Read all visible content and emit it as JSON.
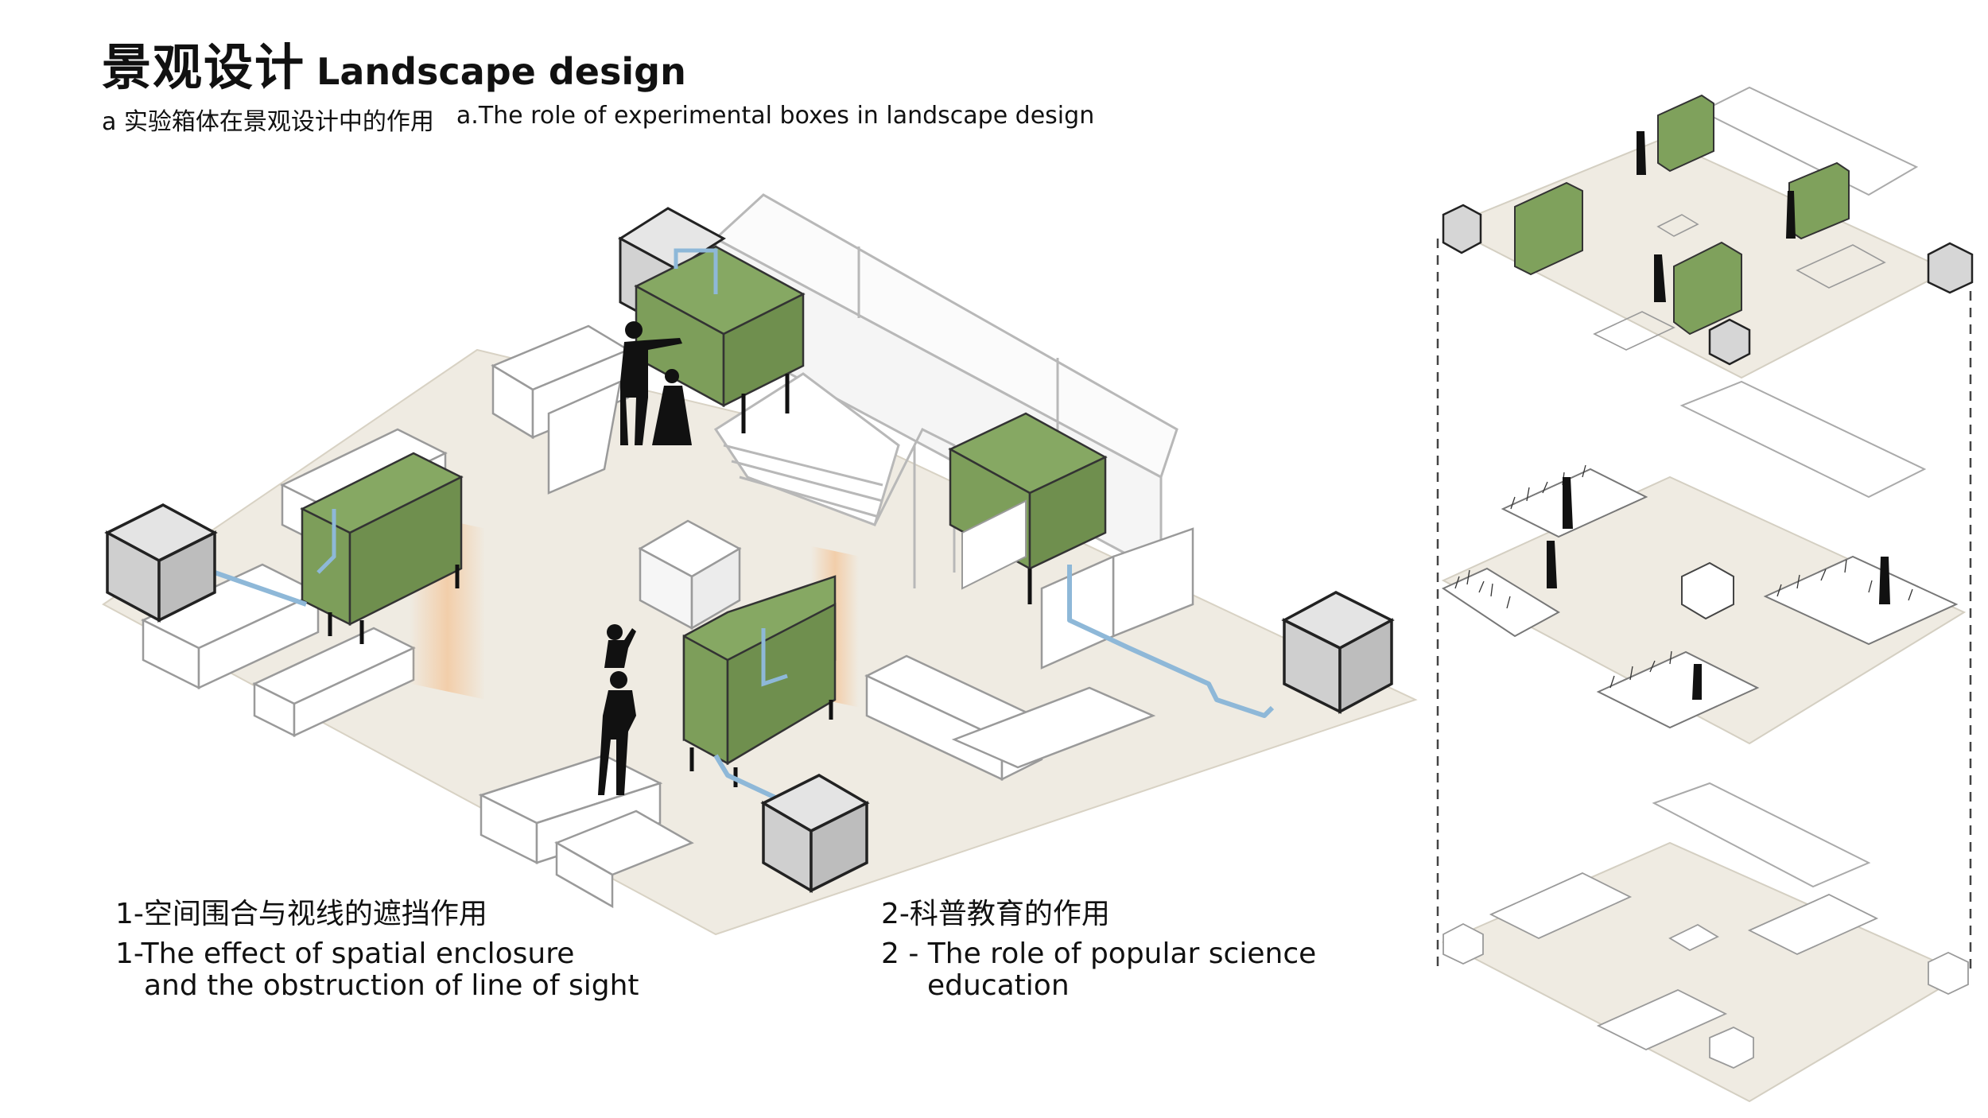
{
  "header": {
    "title_cn": "景观设计",
    "title_en": "Landscape design",
    "subtitle_cn": "a 实验箱体在景观设计中的作用",
    "subtitle_en": "a.The role of experimental boxes in landscape design"
  },
  "captions": [
    {
      "cn": "1-空间围合与视线的遮挡作用",
      "en_line1": "1-The effect of spatial enclosure",
      "en_line2": "and the obstruction of line of sight"
    },
    {
      "cn": "2-科普教育的作用",
      "en_line1": "2 - The role of popular science",
      "en_line2": "education"
    }
  ],
  "colors": {
    "ground": "#efebe2",
    "green_box": "#7fa15c",
    "pipe": "#8eb8d8",
    "grey_cube": "#d6d6d6",
    "orange_screen": "#f3c9a0"
  }
}
